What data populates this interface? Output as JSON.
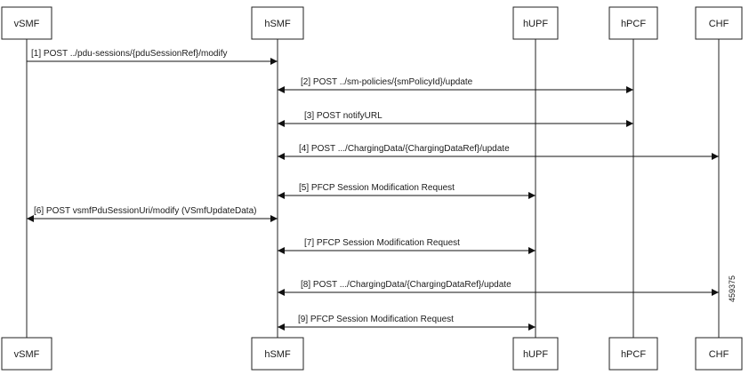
{
  "participants": [
    {
      "id": "vsmf",
      "name": "vSMF"
    },
    {
      "id": "hsmf",
      "name": "hSMF"
    },
    {
      "id": "hupf",
      "name": "hUPF"
    },
    {
      "id": "hpcf",
      "name": "hPCF"
    },
    {
      "id": "chf",
      "name": "CHF"
    }
  ],
  "messages": [
    {
      "label": "[1] POST ../pdu-sessions/{pduSessionRef}/modify",
      "from": "vsmf",
      "to": "hsmf",
      "direction": "forward"
    },
    {
      "label": "[2] POST ../sm-policies/{smPolicyId}/update",
      "from": "hsmf",
      "to": "hpcf",
      "direction": "both"
    },
    {
      "label": "[3] POST notifyURL",
      "from": "hsmf",
      "to": "hpcf",
      "direction": "both"
    },
    {
      "label": "[4] POST .../ChargingData/{ChargingDataRef}/update",
      "from": "hsmf",
      "to": "chf",
      "direction": "both"
    },
    {
      "label": "[5] PFCP Session Modification Request",
      "from": "hsmf",
      "to": "hupf",
      "direction": "both"
    },
    {
      "label": "[6] POST vsmfPduSessionUri/modify (VSmfUpdateData)",
      "from": "vsmf",
      "to": "hsmf",
      "direction": "both"
    },
    {
      "label": "[7] PFCP Session Modification Request",
      "from": "hsmf",
      "to": "hupf",
      "direction": "both"
    },
    {
      "label": "[8] POST .../ChargingData/{ChargingDataRef}/update",
      "from": "hsmf",
      "to": "chf",
      "direction": "both"
    },
    {
      "label": "[9] PFCP Session Modification Request",
      "from": "hsmf",
      "to": "hupf",
      "direction": "both"
    }
  ],
  "figure_id": "459375"
}
